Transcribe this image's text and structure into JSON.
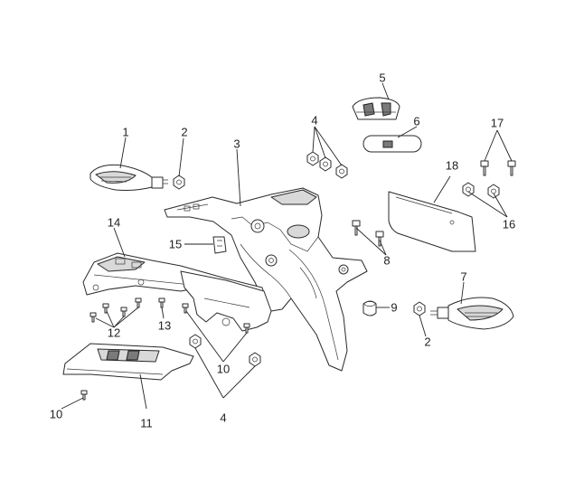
{
  "callouts": [
    {
      "id": "c1",
      "label": "1"
    },
    {
      "id": "c2a",
      "label": "2"
    },
    {
      "id": "c2b",
      "label": "2"
    },
    {
      "id": "c3",
      "label": "3"
    },
    {
      "id": "c4a",
      "label": "4"
    },
    {
      "id": "c4b",
      "label": "4"
    },
    {
      "id": "c5",
      "label": "5"
    },
    {
      "id": "c6",
      "label": "6"
    },
    {
      "id": "c7",
      "label": "7"
    },
    {
      "id": "c8",
      "label": "8"
    },
    {
      "id": "c9",
      "label": "9"
    },
    {
      "id": "c10a",
      "label": "10"
    },
    {
      "id": "c10b",
      "label": "10"
    },
    {
      "id": "c11",
      "label": "11"
    },
    {
      "id": "c12",
      "label": "12"
    },
    {
      "id": "c13",
      "label": "13"
    },
    {
      "id": "c14",
      "label": "14"
    },
    {
      "id": "c15",
      "label": "15"
    },
    {
      "id": "c16",
      "label": "16"
    },
    {
      "id": "c17",
      "label": "17"
    },
    {
      "id": "c18",
      "label": "18"
    }
  ]
}
